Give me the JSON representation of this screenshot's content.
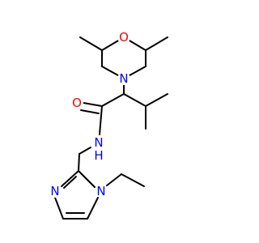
{
  "colors": {
    "bond": "#000000",
    "carbon": "#000000",
    "oxygen": "#ff0000",
    "nitrogen": "#0000ff"
  },
  "atoms": {
    "morpholine_o": {
      "label": "O",
      "element": "O"
    },
    "morpholine_n": {
      "label": "N",
      "element": "N"
    },
    "carbonyl_o": {
      "label": "O",
      "element": "O"
    },
    "amide_nh": {
      "label": "N",
      "element": "N"
    },
    "amide_h": {
      "label": "H",
      "element": "H"
    },
    "imidazole_n3": {
      "label": "N",
      "element": "N"
    },
    "imidazole_n1": {
      "label": "N",
      "element": "N"
    }
  }
}
